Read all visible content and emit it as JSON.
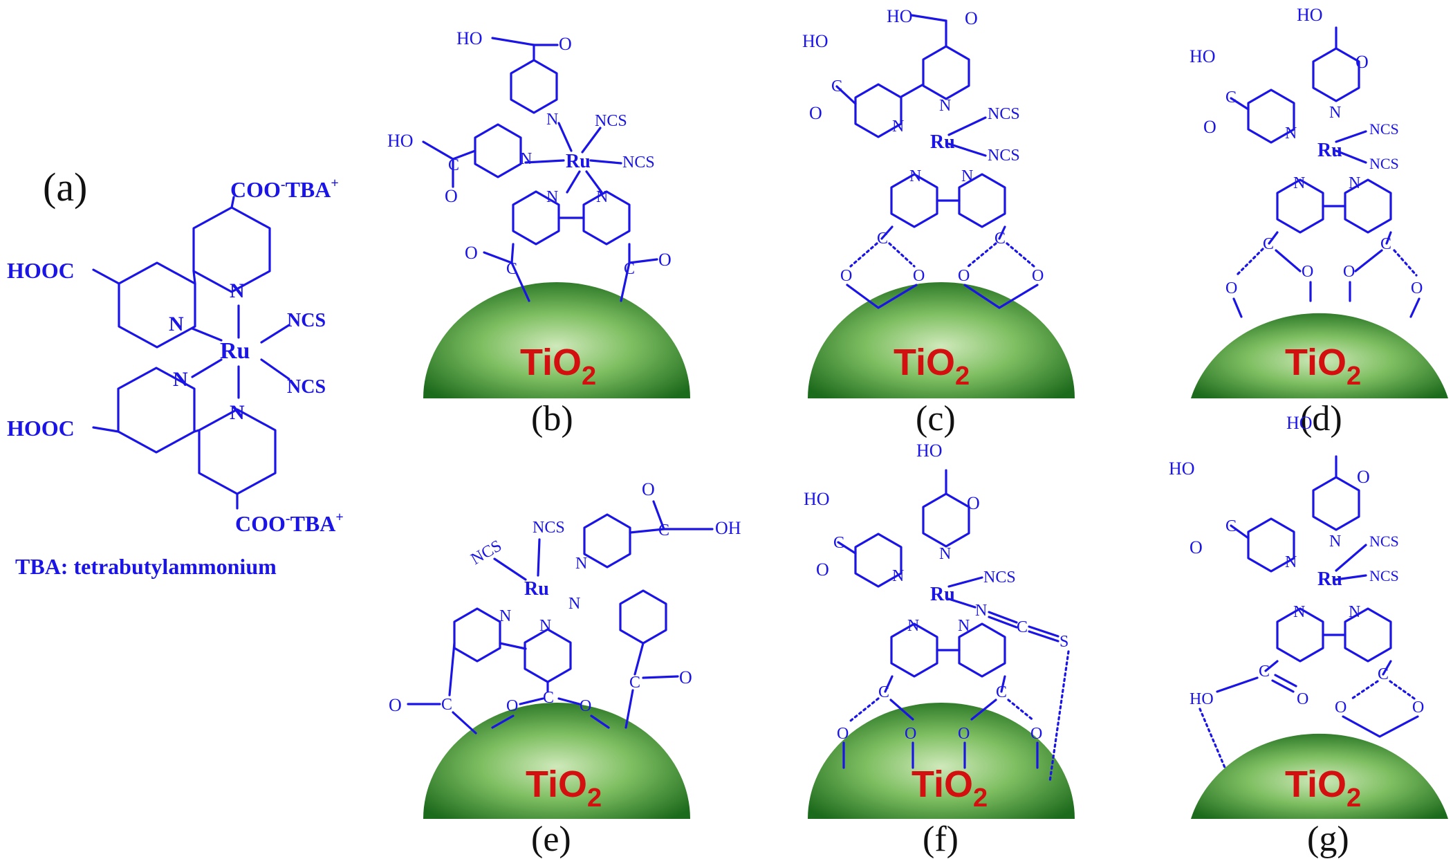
{
  "panels": [
    {
      "id": "a",
      "label": "(a)"
    },
    {
      "id": "b",
      "label": "(b)"
    },
    {
      "id": "c",
      "label": "(c)"
    },
    {
      "id": "d",
      "label": "(d)"
    },
    {
      "id": "e",
      "label": "(e)"
    },
    {
      "id": "f",
      "label": "(f)"
    },
    {
      "id": "g",
      "label": "(g)"
    }
  ],
  "substrate_label": "TiO",
  "substrate_subscript": "2",
  "metal": "Ru",
  "ligand_ncs": "NCS",
  "nitrogen": "N",
  "carbon": "C",
  "oxygen": "O",
  "hydroxyl": "HO",
  "hydroxyl_right": "OH",
  "sulfur": "S",
  "panel_a": {
    "cooh": "HOOC",
    "coo_tba": "COO",
    "coo_minus": "-",
    "tba": "TBA",
    "tba_plus": "+",
    "footnote": "TBA:  tetrabutylammonium"
  },
  "colors": {
    "structure": "#1a14e6",
    "substrate_light": "#c9e6b4",
    "substrate_dark": "#1f6f1f",
    "substrate_text": "#d40f0f"
  }
}
